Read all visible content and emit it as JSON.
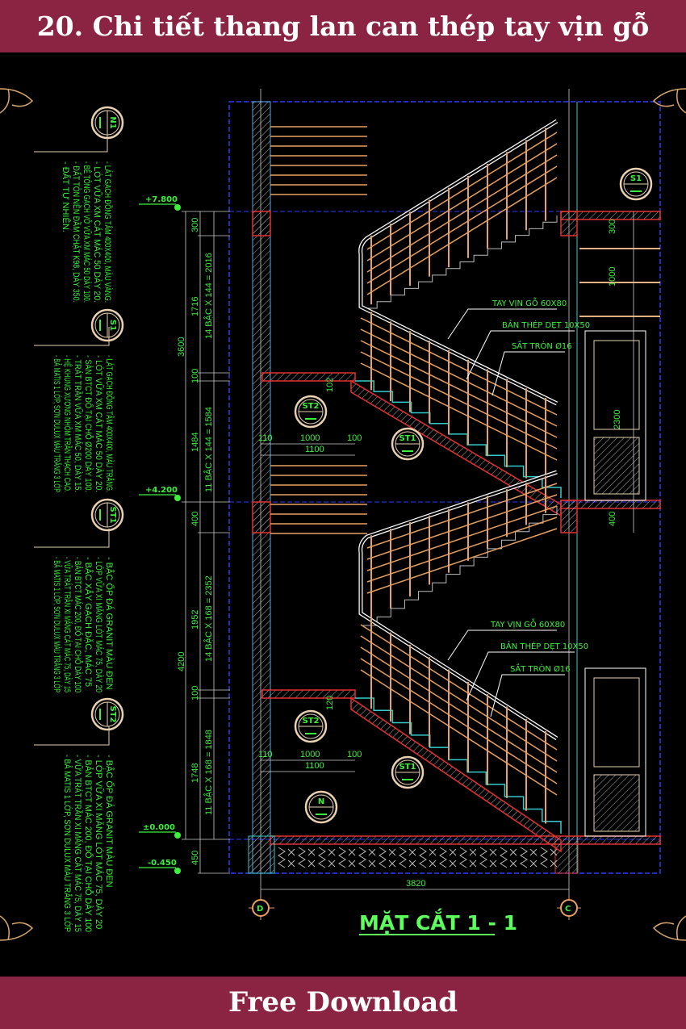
{
  "header": {
    "title": "20. Chi tiết thang lan can thép tay vịn gỗ"
  },
  "footer": {
    "button_label": "Free Download"
  },
  "drawing": {
    "title": "MẶT CẮT 1 - 1",
    "colors": {
      "header_bg": "#8b2443",
      "text": "#3cf03c",
      "wall": "#e63030",
      "rail": "#e8a060",
      "grid": "#2a3cff"
    },
    "levels": [
      "+7.800",
      "+4.200",
      "±0.000",
      "-0.450"
    ],
    "dims_outer": [
      "3600",
      "4200"
    ],
    "dims_mid": [
      "300",
      "1716",
      "100",
      "1484",
      "400",
      "1952",
      "100",
      "1748",
      "450"
    ],
    "dims_steps": [
      "14 BẬC X 144 = 2016",
      "11 BẬC X 144 = 1584",
      "14 BẬC X 168 = 2352",
      "11 BẬC X 168 = 1848"
    ],
    "landing_dims": {
      "a": "110",
      "b": "1000",
      "c": "100",
      "total": "1100",
      "thk": "102"
    },
    "landing_dims_lower": {
      "a": "110",
      "b": "1000",
      "c": "100",
      "total": "1100",
      "thk": "120"
    },
    "right_dims": [
      "300",
      "1000",
      "2300",
      "400"
    ],
    "bottom_dim": "3820",
    "axes": [
      "D",
      "C"
    ],
    "callouts_upper": [
      "TAY VỊN GỖ 60X80",
      "BẢN THÉP DẸT 10X50",
      "SẮT TRÒN Ø16"
    ],
    "callouts_lower": [
      "TAY VỊN GỖ 60X80",
      "BẢN THÉP DẸT 10X50",
      "SẮT TRÒN Ø16"
    ],
    "tags": {
      "n1": "N1",
      "s1": "S1",
      "st1": "ST1",
      "st2": "ST2",
      "n": "N"
    },
    "notes": {
      "n1": [
        "- LÁT GẠCH ĐỒNG TÂM 400X400, MÀU VÀNG.",
        "- LÓT VỮA XM CÁT MÁC 50 DÀY 20.",
        "- BÊ TÔNG GẠCH VỠ VỮA XM MÁC 50 DÀY 100.",
        "- ĐẤT TÔN NỀN ĐẦM CHẶT K98, DÀY 350.",
        "- ĐẤT TỰ NHIÊN."
      ],
      "s1": [
        "- LÁT GẠCH ĐỒNG TÂM 400X400, MÀU TRẮNG.",
        "- LÓT VỮA XM CÁT MÁC 50 DÀY 20.",
        "- SÀN BTCT ĐỔ TẠI CHỖ Ø200 DÀY 100.",
        "- TRÁT TRẦN VỮA XM MÁC 50, DÀY 15.",
        "- HỆ KHUNG XƯƠNG NHÔM TRẦN THẠCH CAO.",
        "- BẢ MATIS 1 LỚP, SƠN DULUX MÀU TRẮNG 3 LỚP"
      ],
      "st1": [
        "- BẬC ỐP ĐÁ GRANIT MÀU ĐEN",
        "- LỚP VỮA XI MĂNG LÓT MÁC 75, DÀY 20",
        "- BẬC XÂY GẠCH ĐẶC, MÁC 75",
        "- BẢN BTCT MÁC 200, ĐỔ TẠI CHỖ DÀY 100",
        "- VỮA TRÁT TRẦN XI MĂNG CÁT MÁC 75, DÀY 15",
        "- BẢ MATIS 1 LỚP, SƠN DULUX MÀU TRẮNG 3 LỚP"
      ],
      "st2": [
        "- BẬC ỐP ĐÁ GRANIT MÀU ĐEN",
        "- LỚP VỮA XI MĂNG LÓT MÁC 75, DÀY 20",
        "- BẢN BTCT MÁC 200, ĐỔ TẠI CHỖ DÀY 100",
        "- VỮA TRÁT TRẦN XI MĂNG CÁT MÁC 75, DÀY 15",
        "- BẢ MATIS 1 LỚP, SƠN DULUX MÀU TRẮNG 3 LỚP"
      ]
    }
  }
}
